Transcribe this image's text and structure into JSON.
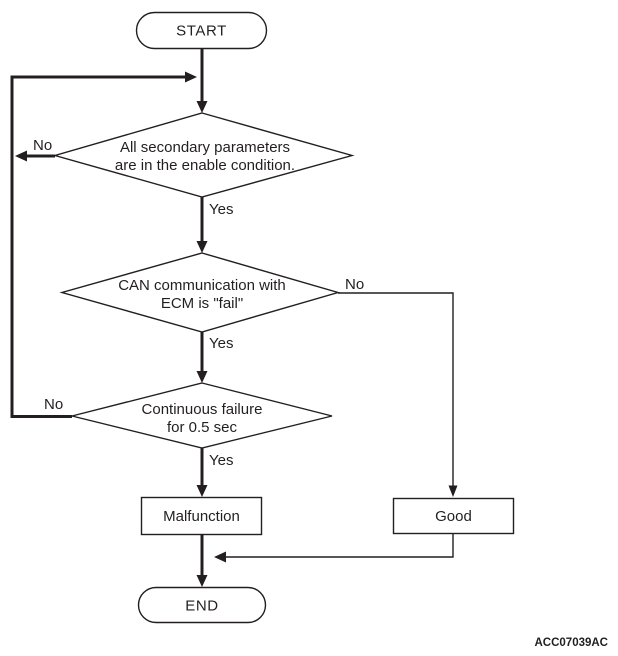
{
  "flowchart": {
    "start": {
      "label": "START"
    },
    "decision1": {
      "line1": "All secondary parameters",
      "line2": "are in the enable condition.",
      "yes_label": "Yes",
      "no_label": "No"
    },
    "decision2": {
      "line1": "CAN communication with",
      "line2": "ECM is \"fail\"",
      "yes_label": "Yes",
      "no_label": "No"
    },
    "decision3": {
      "line1": "Continuous failure",
      "line2": "for 0.5 sec",
      "yes_label": "Yes",
      "no_label": "No"
    },
    "malfunction": {
      "label": "Malfunction"
    },
    "good": {
      "label": "Good"
    },
    "end": {
      "label": "END"
    },
    "figure_code": "ACC07039AC",
    "colors": {
      "line": "#231f20",
      "background": "#ffffff"
    }
  }
}
